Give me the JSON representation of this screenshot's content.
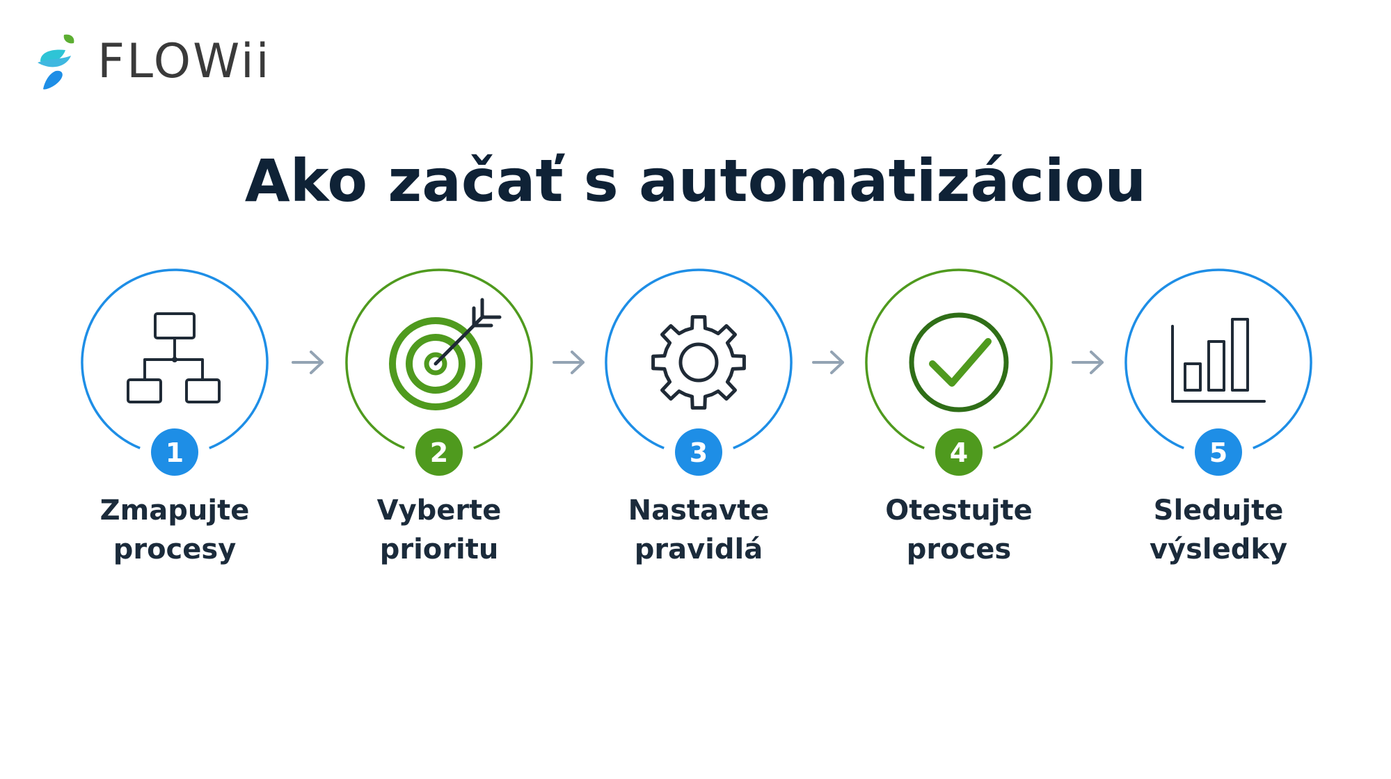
{
  "brand": {
    "name": "FLOWii"
  },
  "title": "Ako začať s automatizáciou",
  "colors": {
    "blue": "#1e8ee6",
    "green": "#4f9a1e",
    "icon_dark": "#1f2a36",
    "arrow": "#93a3b3",
    "title": "#0f2236"
  },
  "steps": [
    {
      "number": "1",
      "line1": "Zmapujte",
      "line2": "procesy",
      "color": "blue",
      "icon": "flowchart-icon"
    },
    {
      "number": "2",
      "line1": "Vyberte",
      "line2": "prioritu",
      "color": "green",
      "icon": "target-icon"
    },
    {
      "number": "3",
      "line1": "Nastavte",
      "line2": "pravidlá",
      "color": "blue",
      "icon": "gear-icon"
    },
    {
      "number": "4",
      "line1": "Otestujte",
      "line2": "proces",
      "color": "green",
      "icon": "check-circle-icon"
    },
    {
      "number": "5",
      "line1": "Sledujte",
      "line2": "výsledky",
      "color": "blue",
      "icon": "bar-chart-icon"
    }
  ]
}
